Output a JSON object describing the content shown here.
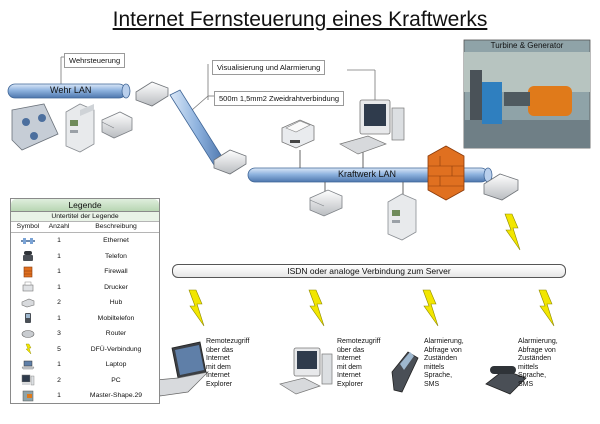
{
  "title": "Internet Fernsteuerung eines Kraftwerks",
  "callouts": {
    "wehrsteuerung": "Wehrsteuerung",
    "visualisierung": "Visualisierung und Alarmierung",
    "zweidraht": "500m 1,5mm2 Zweidrahtverbindung"
  },
  "networks": {
    "wehr_lan": "Wehr LAN",
    "kraftwerk_lan": "Kraftwerk LAN",
    "isdn": "ISDN oder analoge Verbindung zum Server"
  },
  "photo": {
    "label": "Turbine & Generator"
  },
  "remote": [
    {
      "text": [
        "Remotezugriff",
        "über das",
        "Internet",
        "mit dem",
        "Internet",
        "Explorer"
      ]
    },
    {
      "text": [
        "Remotezugriff",
        "über das",
        "Internet",
        "mit dem",
        "Internet",
        "Explorer"
      ]
    },
    {
      "text": [
        "Alarmierung,",
        "Abfrage von",
        "Zuständen",
        "mittels",
        "Sprache,",
        "SMS"
      ]
    },
    {
      "text": [
        "Alarmierung,",
        "Abfrage von",
        "Zuständen",
        "mittels",
        "Sprache,",
        "SMS"
      ]
    }
  ],
  "legend": {
    "title": "Legende",
    "subtitle": "Untertitel der Legende",
    "columns": {
      "symbol": "Symbol",
      "count": "Anzahl",
      "description": "Beschreibung"
    },
    "rows": [
      {
        "icon": "ethernet-icon",
        "count": "1",
        "description": "Ethernet"
      },
      {
        "icon": "telephone-icon",
        "count": "1",
        "description": "Telefon"
      },
      {
        "icon": "firewall-icon",
        "count": "1",
        "description": "Firewall"
      },
      {
        "icon": "printer-icon",
        "count": "1",
        "description": "Drucker"
      },
      {
        "icon": "hub-icon",
        "count": "2",
        "description": "Hub"
      },
      {
        "icon": "mobile-phone-icon",
        "count": "1",
        "description": "Mobiltelefon"
      },
      {
        "icon": "router-icon",
        "count": "3",
        "description": "Router"
      },
      {
        "icon": "lightning-icon",
        "count": "5",
        "description": "DFÜ-Verbindung"
      },
      {
        "icon": "laptop-icon",
        "count": "1",
        "description": "Laptop"
      },
      {
        "icon": "pc-icon",
        "count": "2",
        "description": "PC"
      },
      {
        "icon": "master-shape-icon",
        "count": "1",
        "description": "Master-Shape.29"
      }
    ]
  },
  "colors": {
    "pipe": "#7aa3d6",
    "firewall": "#e07020",
    "bolt": "#f2e600"
  }
}
